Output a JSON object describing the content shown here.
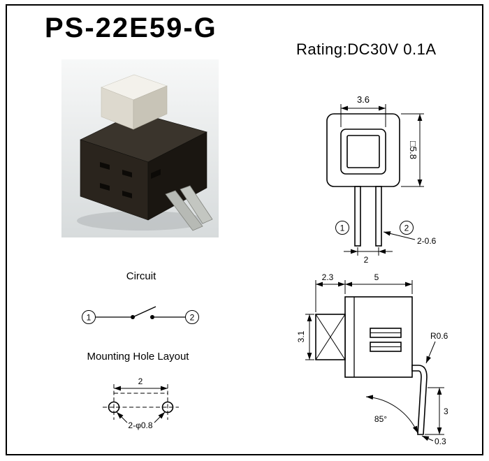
{
  "header": {
    "title": "PS-22E59-G",
    "rating": "Rating:DC30V 0.1A"
  },
  "top_view": {
    "dim_button_width": "3.6",
    "dim_body_square": "□5.8",
    "terminal_1": "1",
    "terminal_2": "2",
    "dim_pin_size": "2-0.6",
    "dim_pin_pitch": "2"
  },
  "side_view": {
    "dim_button_height": "2.3",
    "dim_body_depth": "5",
    "dim_button_width": "3.1",
    "dim_bend_radius": "R0.6",
    "dim_pin_angle": "85°",
    "dim_pin_length": "3",
    "dim_pin_thickness": "0.3"
  },
  "circuit": {
    "label": "Circuit",
    "terminal_1": "1",
    "terminal_2": "2"
  },
  "mounting": {
    "label": "Mounting Hole Layout",
    "dim_hole_pitch": "2",
    "dim_hole_size": "2-φ0.8"
  }
}
